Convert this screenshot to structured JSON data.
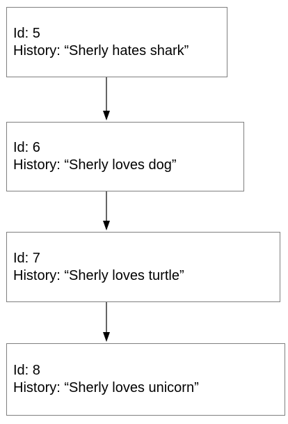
{
  "nodes": [
    {
      "id_line": "Id: 5",
      "history_line": "History: “Sherly hates shark”"
    },
    {
      "id_line": "Id: 6",
      "history_line": "History: “Sherly loves dog”"
    },
    {
      "id_line": "Id: 7",
      "history_line": "History: “Sherly loves turtle”"
    },
    {
      "id_line": "Id: 8",
      "history_line": "History: “Sherly loves unicorn”"
    }
  ],
  "edges": [
    {
      "from": "Id: 5",
      "to": "Id: 6"
    },
    {
      "from": "Id: 6",
      "to": "Id: 7"
    },
    {
      "from": "Id: 7",
      "to": "Id: 8"
    }
  ],
  "colors": {
    "box_border": "#7f7f7f",
    "arrow": "#000000",
    "text": "#000000"
  }
}
